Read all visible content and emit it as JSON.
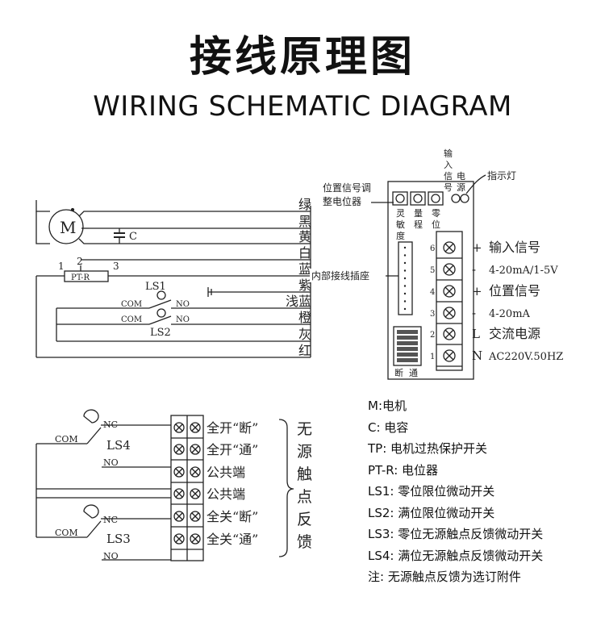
{
  "title_cn": "接线原理图",
  "title_en": "WIRING SCHEMATIC DIAGRAM",
  "motor_label": "M",
  "capacitor_label": "C",
  "wire_colors": [
    "绿",
    "黑",
    "黄",
    "白",
    "蓝",
    "紫",
    "浅蓝",
    "橙",
    "灰",
    "红"
  ],
  "pot": {
    "n1": "1",
    "n2": "2",
    "n3": "3",
    "label": "PT-R"
  },
  "switch_ls1": {
    "name": "LS1",
    "com": "COM",
    "no": "NO"
  },
  "switch_ls2": {
    "name": "LS2",
    "com": "COM",
    "no": "NO"
  },
  "internal_socket_label": "内部接线插座",
  "pot_adjust_label": "位置信号调整电位器",
  "top_terminal_label": "输入信号",
  "power_label": "电源",
  "indicator_label": "指示灯",
  "pot_labels": [
    "灵敏度",
    "量程",
    "零位"
  ],
  "dip_labels": [
    "断",
    "通"
  ],
  "terminal_numbers": [
    "6",
    "5",
    "4",
    "3",
    "2",
    "1"
  ],
  "terminal_signs": [
    "+",
    "-",
    "+",
    "-",
    "L",
    "N"
  ],
  "terminal_desc": [
    "输入信号",
    "4-20mA/1-5V",
    "位置信号",
    "4-20mA",
    "交流电源",
    "AC220V.50HZ"
  ],
  "lower_switches": {
    "ls4": {
      "name": "LS4",
      "com": "COM",
      "nc": "NC",
      "no": "NO"
    },
    "ls3": {
      "name": "LS3",
      "com": "COM",
      "nc": "NC",
      "no": "NO"
    }
  },
  "feedback_rows": [
    "全开“断”",
    "全开“通”",
    "公共端",
    "公共端",
    "全关“断”",
    "全关“通”"
  ],
  "feedback_side_label": [
    "无",
    "源",
    "触",
    "点",
    "反",
    "馈"
  ],
  "legend": [
    "M:电机",
    "C: 电容",
    "TP: 电机过热保护开关",
    "PT-R: 电位器",
    "LS1: 零位限位微动开关",
    "LS2: 满位限位微动开关",
    "LS3: 零位无源触点反馈微动开关",
    "LS4: 满位无源触点反馈微动开关",
    "注: 无源触点反馈为选订附件"
  ]
}
